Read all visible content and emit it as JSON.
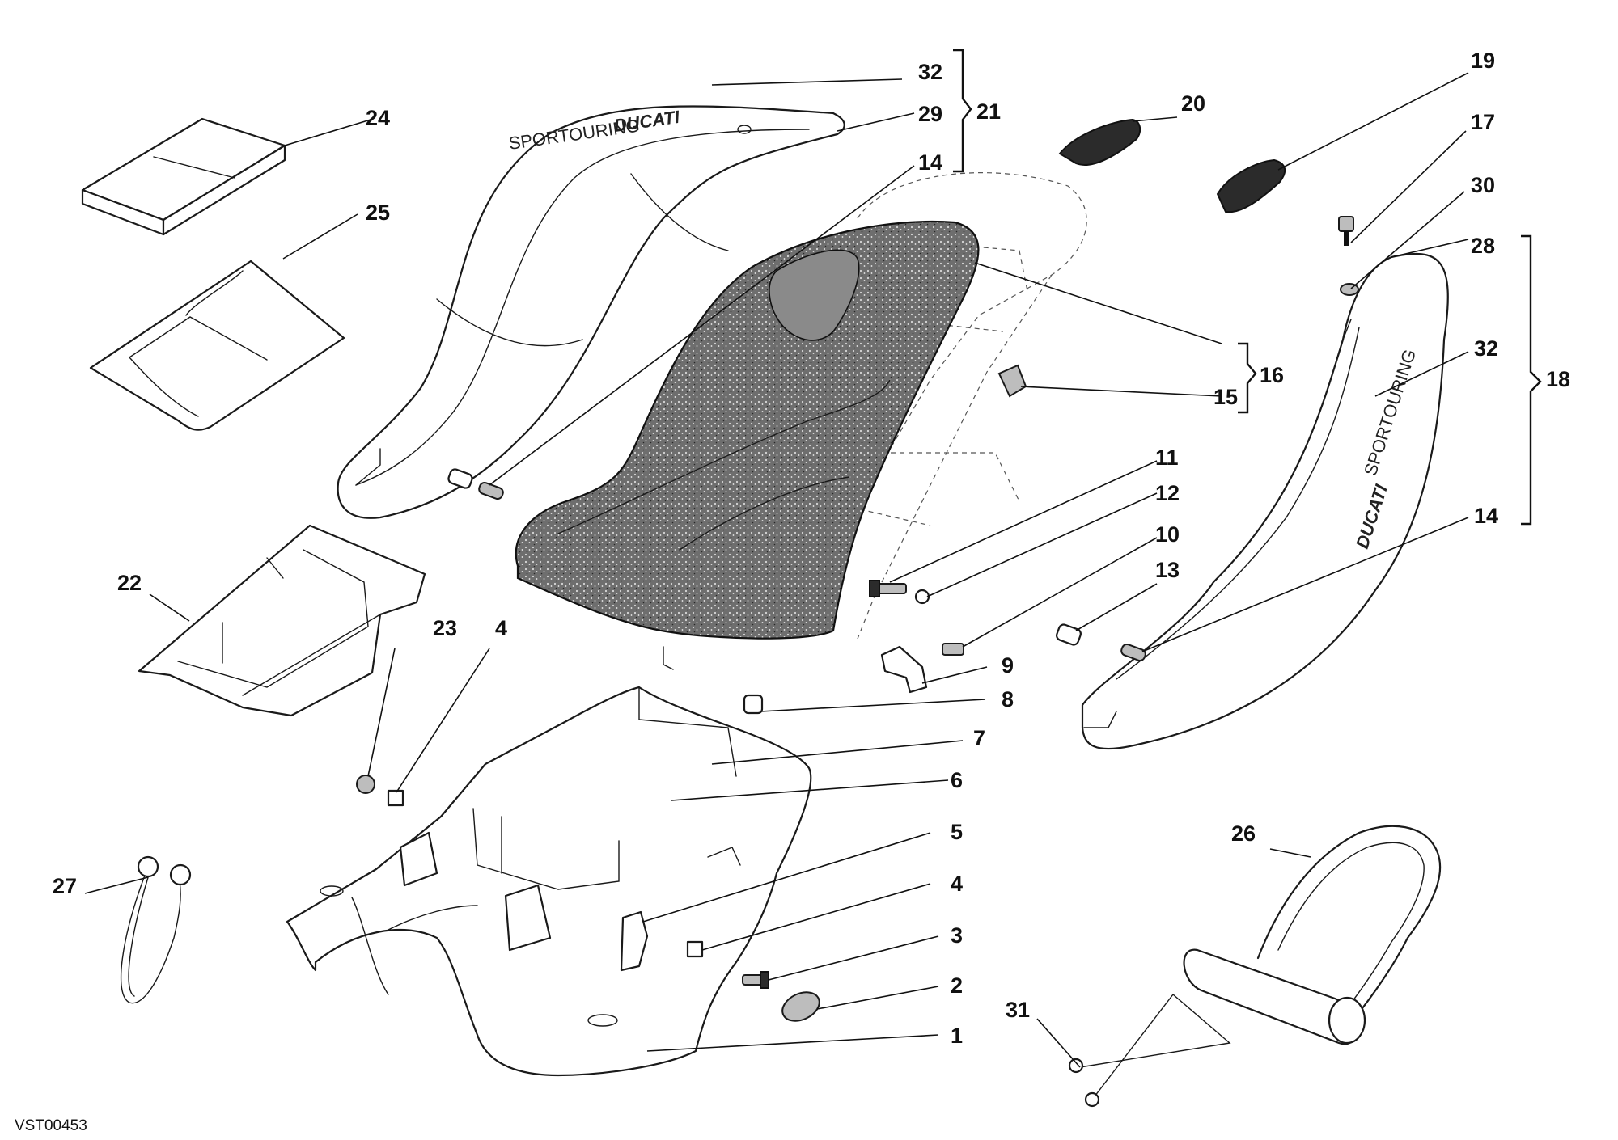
{
  "diagram": {
    "code": "VST00453",
    "decal_brand": "DUCATI",
    "decal_model": "SPORTOURING",
    "callouts": {
      "c1": "1",
      "c2": "2",
      "c3": "3",
      "c4a": "4",
      "c4b": "4",
      "c5": "5",
      "c6": "6",
      "c7": "7",
      "c8": "8",
      "c9": "9",
      "c10": "10",
      "c11": "11",
      "c12": "12",
      "c13": "13",
      "c14a": "14",
      "c14b": "14",
      "c15": "15",
      "c16": "16",
      "c17": "17",
      "c18": "18",
      "c19": "19",
      "c20": "20",
      "c21": "21",
      "c22": "22",
      "c23": "23",
      "c24": "24",
      "c25": "25",
      "c26": "26",
      "c27": "27",
      "c28": "28",
      "c29": "29",
      "c30": "30",
      "c31": "31",
      "c32a": "32",
      "c32b": "32"
    }
  }
}
